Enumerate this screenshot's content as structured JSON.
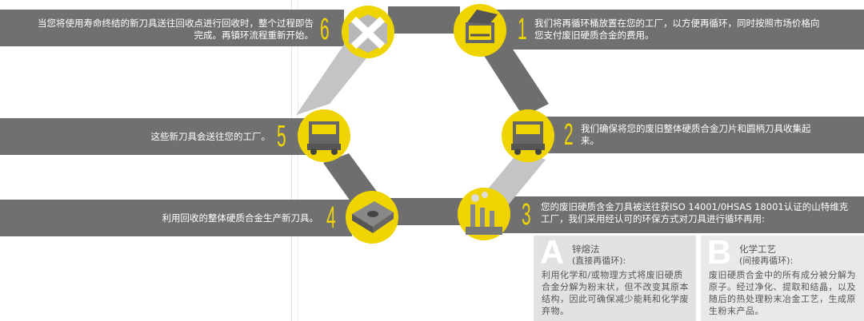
{
  "steps": [
    {
      "number": "1",
      "text": "我们将再循环桶放置在您的工厂，以方便再循环，同时按照市场价格向您支付废旧硬质合金的费用。",
      "icon": "recycle-bin-icon"
    },
    {
      "number": "2",
      "text": "我们确保将您的废旧整体硬质合金刀片和圆柄刀具收集起来。",
      "icon": "truck-icon"
    },
    {
      "number": "3",
      "text": "您的废旧硬质含金刀具被送往获ISO 14001/0HSAS 18001认证的山特维克工厂，我们采用经认可的环保方式对刀具进行循环再用:",
      "icon": "factory-icon"
    },
    {
      "number": "4",
      "text": "利用回收的整体硬质合金生产新刀具。",
      "icon": "insert-icon"
    },
    {
      "number": "5",
      "text": "这些新刀具会送往您的工厂。",
      "icon": "truck-icon"
    },
    {
      "number": "6",
      "text": "当您将使用寿命终结的新刀具送往回收点进行回收时，整个过程即告完成。再镇环流程重新开始。",
      "icon": "cross-icon"
    }
  ],
  "methods": [
    {
      "letter": "A",
      "title": "锌熔法",
      "subtitle": "(直接再循环):",
      "body": "利用化学和/或物理方式将废旧硬质合金分解为粉末状，但不改变其原本结构，因此可确保减少能耗和化学废弃物。"
    },
    {
      "letter": "B",
      "title": "化学工艺",
      "subtitle": "(间接再循环):",
      "body": "废旧硬质合金中的所有成分被分解为原子。经过净化、提取和结晶，以及随后的热处理粉末冶金工艺，生成原生粉末产品。"
    }
  ],
  "colors": {
    "accent": "#f0d400",
    "bar": "#707070",
    "connector_dark": "#6e6e6e",
    "connector_light": "#c4c4c4"
  }
}
